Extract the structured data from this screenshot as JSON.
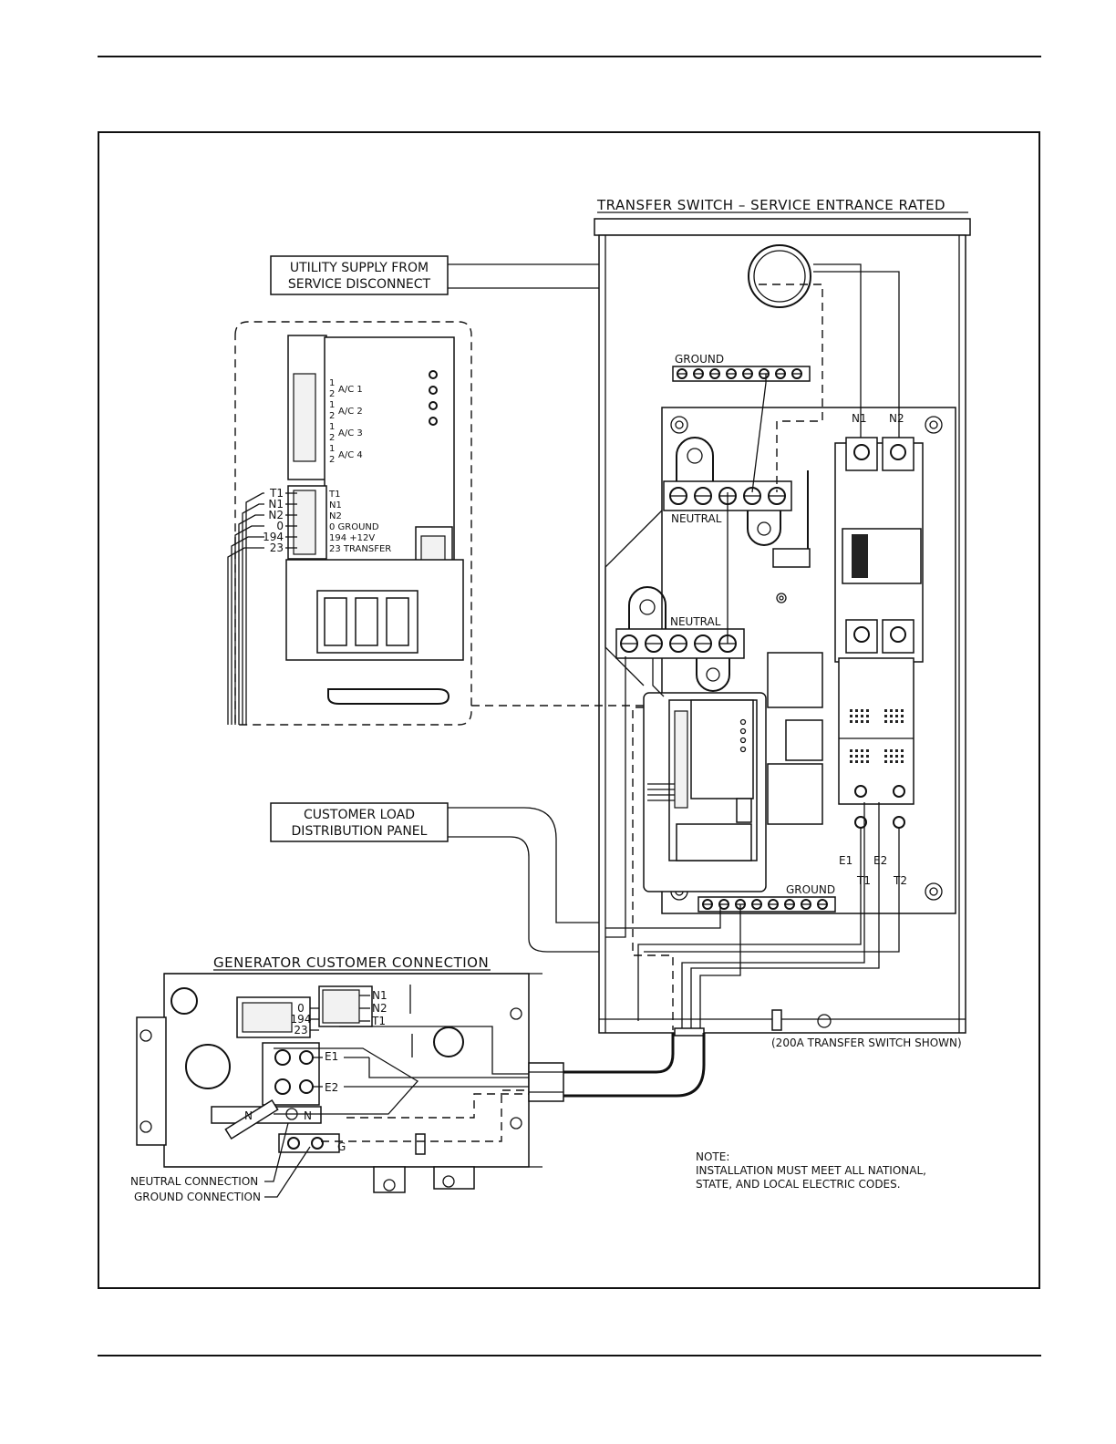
{
  "transfer_switch": {
    "title": "TRANSFER SWITCH – SERVICE ENTRANCE RATED",
    "note_shown": "(200A TRANSFER SWITCH SHOWN)",
    "ground_top": "GROUND",
    "ground_bottom": "GROUND",
    "neutral_upper": "NEUTRAL",
    "neutral_lower": "NEUTRAL",
    "terminals": {
      "n1": "N1",
      "n2": "N2",
      "e1": "E1",
      "e2": "E2",
      "t1": "T1",
      "t2": "T2"
    }
  },
  "callouts": {
    "utility_line1": "UTILITY SUPPLY FROM",
    "utility_line2": "SERVICE DISCONNECT",
    "load_line1": "CUSTOMER LOAD",
    "load_line2": "DISTRIBUTION PANEL"
  },
  "controller_detail": {
    "ac_labels": [
      "A/C 1",
      "A/C 2",
      "A/C 3",
      "A/C 4"
    ],
    "pin_1": "1",
    "pin_2": "2",
    "wire_tags": [
      "T1",
      "N1",
      "N2",
      "0",
      "194",
      "23"
    ],
    "terminal_labels": [
      "T1",
      "N1",
      "N2",
      "0 GROUND",
      "194 +12V",
      "23 TRANSFER"
    ]
  },
  "generator": {
    "title": "GENERATOR CUSTOMER CONNECTION",
    "left_terms": [
      "0",
      "194",
      "23"
    ],
    "right_terms": [
      "N1",
      "N2",
      "T1"
    ],
    "e1": "E1",
    "e2": "E2",
    "n_left": "N",
    "n_right": "N",
    "g": "G",
    "neutral_connection": "NEUTRAL CONNECTION",
    "ground_connection": "GROUND CONNECTION"
  },
  "note": {
    "heading": "NOTE:",
    "line1": "INSTALLATION MUST MEET ALL NATIONAL,",
    "line2": "STATE, AND LOCAL ELECTRIC CODES."
  }
}
